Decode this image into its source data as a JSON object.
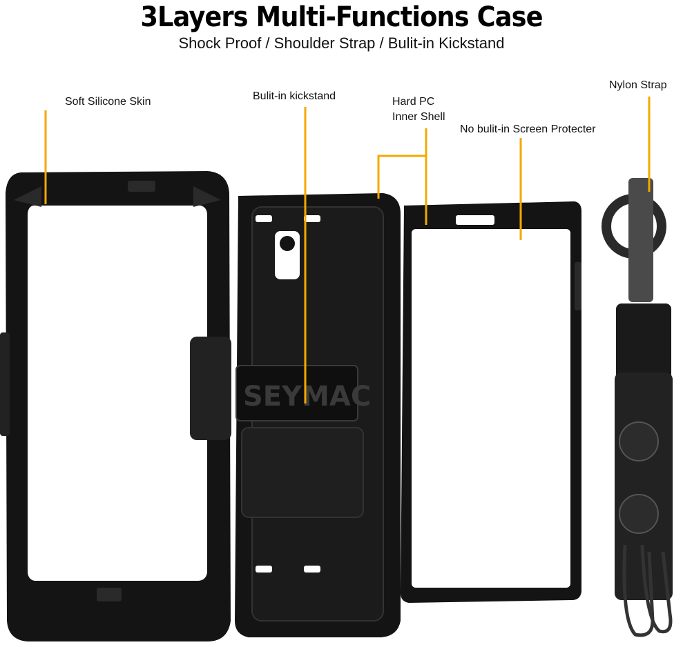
{
  "header": {
    "title": "3Layers Multi-Functions Case",
    "subtitle": "Shock Proof / Shoulder Strap / Bulit-in Kickstand"
  },
  "callouts": {
    "skin": "Soft Silicone Skin",
    "kickstand": "Bulit-in kickstand",
    "shell_line1": "Hard PC",
    "shell_line2": "Inner Shell",
    "screen": "No bulit-in Screen Protecter",
    "strap": "Nylon Strap"
  },
  "brand": {
    "logo_text": "SEYMAC"
  },
  "colors": {
    "callout": "#f5a800",
    "case": "#141414",
    "accent": "#2a2a2a"
  }
}
